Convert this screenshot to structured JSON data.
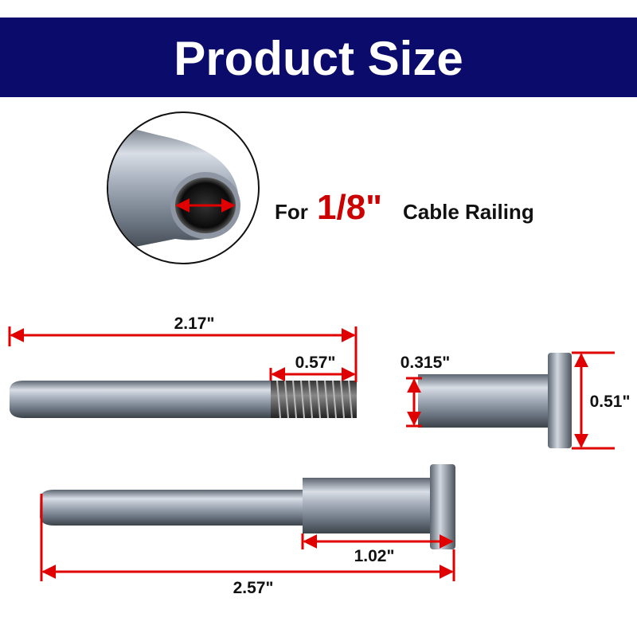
{
  "header": {
    "title": "Product Size",
    "background": "#0b0b6b"
  },
  "callout": {
    "prefix": "For",
    "size": "1/8\"",
    "suffix": "Cable Railing",
    "accent": "#cc0000"
  },
  "dimensions": {
    "pin_length": "2.17\"",
    "thread_length": "0.57\"",
    "receiver_inner": "0.315\"",
    "receiver_head": "0.51\"",
    "body_length": "1.02\"",
    "total_length": "2.57\""
  },
  "colors": {
    "dimension_line": "#e00000"
  }
}
